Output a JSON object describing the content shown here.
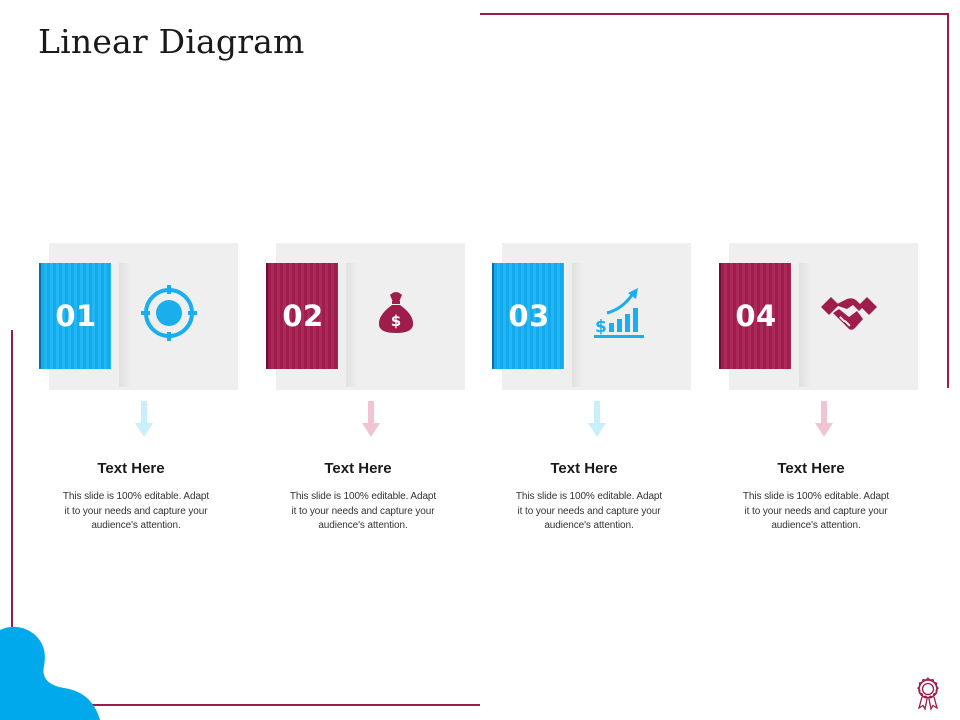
{
  "title": "Linear Diagram",
  "colors": {
    "blue": "#1aaeef",
    "crimson": "#9e1d4d",
    "frame": "#9b1b4a",
    "card": "#efefef"
  },
  "steps": [
    {
      "number": "01",
      "icon": "target-icon",
      "color": "blue",
      "heading": "Text Here",
      "text": "This slide is 100% editable. Adapt it to your needs and capture your audience's attention."
    },
    {
      "number": "02",
      "icon": "money-bag-icon",
      "color": "crimson",
      "heading": "Text Here",
      "text": "This slide is 100% editable. Adapt it to your needs and capture your audience's attention."
    },
    {
      "number": "03",
      "icon": "growth-chart-icon",
      "color": "blue",
      "heading": "Text Here",
      "text": "This slide is 100% editable. Adapt it to your needs and capture your audience's attention."
    },
    {
      "number": "04",
      "icon": "handshake-icon",
      "color": "crimson",
      "heading": "Text Here",
      "text": "This slide is 100% editable. Adapt it to your needs and capture your audience's attention."
    }
  ]
}
